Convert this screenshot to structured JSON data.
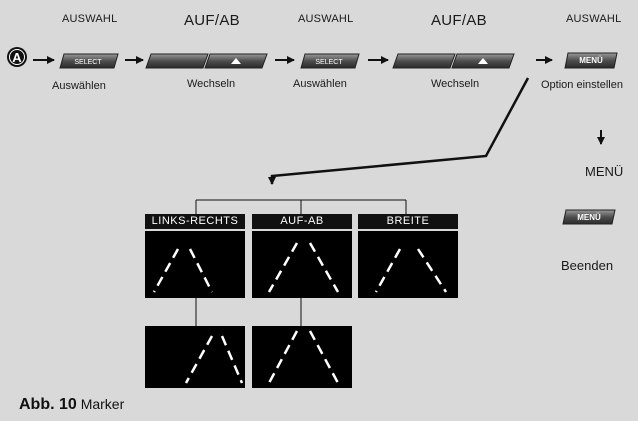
{
  "headers": {
    "h1": "AUSWAHL",
    "h2": "AUF/AB",
    "h3": "AUSWAHL",
    "h4": "AUF/AB",
    "h5": "AUSWAHL"
  },
  "step_marker": "A",
  "buttons": {
    "select": "SELECT",
    "menu": "MENÜ"
  },
  "step_labels": {
    "s1": "Auswählen",
    "s2": "Wechseln",
    "s3": "Auswählen",
    "s4": "Wechseln",
    "s5": "Option einstellen"
  },
  "side": {
    "menu_label": "MENÜ",
    "end_label": "Beenden"
  },
  "options": {
    "links_rechts": "LINKS-RECHTS",
    "auf_ab": "AUF-AB",
    "breite": "BREITE"
  },
  "caption": {
    "number": "Abb. 10",
    "title": "Marker"
  },
  "colors": {
    "background": "#d9d9d9",
    "panel": "#000000",
    "button_fill": "#5a5a5a",
    "line": "#111111"
  }
}
